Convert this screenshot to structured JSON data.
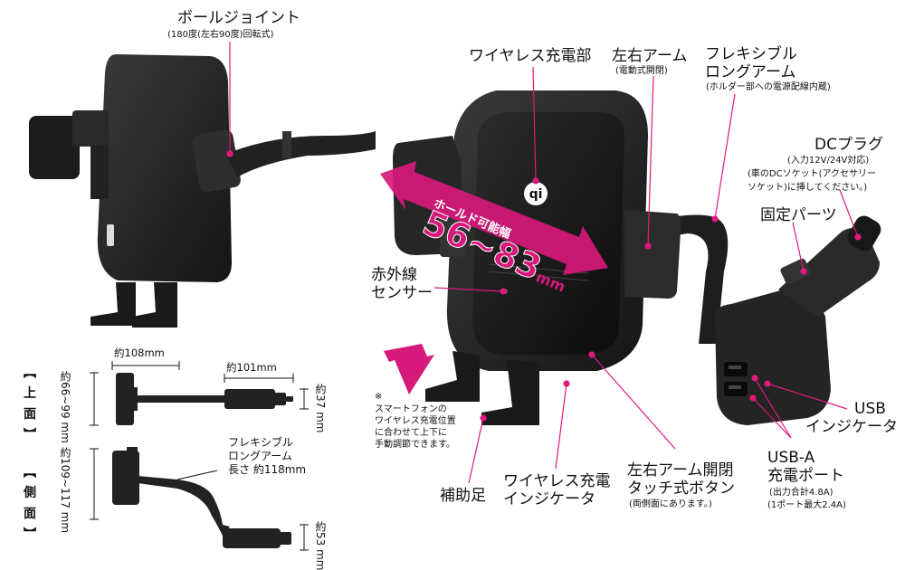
{
  "callouts": {
    "ball_joint": {
      "title": "ボールジョイント",
      "sub": "(180度(左右90度)回転式)"
    },
    "wireless_charger": {
      "title": "ワイヤレス充電部"
    },
    "arms": {
      "title": "左右アーム",
      "sub": "(電動式開閉)"
    },
    "flex_arm": {
      "title_line1": "フレキシブル",
      "title_line2": "ロングアーム",
      "sub": "(ホルダー部への電源配線内蔵)"
    },
    "dc_plug": {
      "title": "DCプラグ",
      "sub_line1": "(入力12V/24V対応)",
      "sub_line2": "(車のDCソケット(アクセサリー",
      "sub_line3": "ソケット)に挿してください。)"
    },
    "fixed_parts": {
      "title": "固定パーツ"
    },
    "ir_sensor": {
      "title_line1": "赤外線",
      "title_line2": "センサー"
    },
    "usb_indicator": {
      "title_line1": "USB",
      "title_line2": "インジケータ"
    },
    "usb_port": {
      "title_line1": "USB-A",
      "title_line2": "充電ポート",
      "sub_line1": "(出力合計4.8A)",
      "sub_line2": "(1ポート最大2.4A)"
    },
    "touch_button": {
      "title_line1": "左右アーム開閉",
      "title_line2": "タッチ式ボタン",
      "sub": "(両側面にあります。)"
    },
    "wireless_indicator": {
      "title_line1": "ワイヤレス充電",
      "title_line2": "インジケータ"
    },
    "support_foot": {
      "title": "補助足"
    }
  },
  "note": {
    "mark": "※",
    "line1": "スマートフォンの",
    "line2": "ワイヤレス充電位置",
    "line3": "に合わせて上下に",
    "line4": "手動調節できます。"
  },
  "hold_range": {
    "label": "ホールド可能幅",
    "value": "56~83",
    "unit": "mm"
  },
  "views": {
    "top": "【 上 面 】",
    "side": "【 側 面 】"
  },
  "dimensions": {
    "top_width": "約108mm",
    "top_plug_width": "約101mm",
    "top_height": "約66~99 mm",
    "top_plug_height": "約37 mm",
    "side_height": "約109~117 mm",
    "side_plug_height": "約53 mm",
    "flex_line1": "フレキシブル",
    "flex_line2": "ロングアーム",
    "flex_line3": "長さ 約118mm"
  },
  "colors": {
    "accent": "#d6197a",
    "device": "#2a2a2a",
    "line": "#e0197d"
  }
}
